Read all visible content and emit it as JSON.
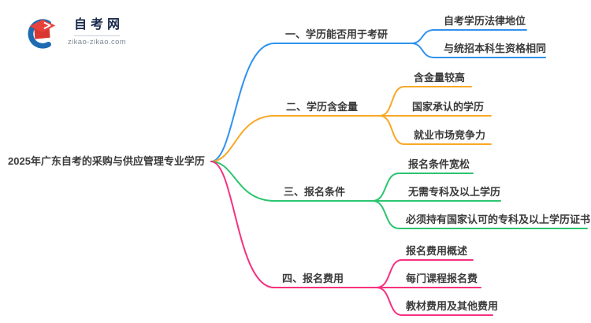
{
  "logo": {
    "site_name": "自考网",
    "site_url": "zikao-zikao.com",
    "icon_blue": "#1e6bb2",
    "icon_red": "#e8413c"
  },
  "root": {
    "title": "2025年广东自考的采购与供应管理专业学历"
  },
  "branches": [
    {
      "label": "一、学历能否用于考研",
      "color": "#2f92f0",
      "children": [
        "自考学历法律地位",
        "与统招本科生资格相同"
      ]
    },
    {
      "label": "二、学历含金量",
      "color": "#f9a825",
      "children": [
        "含金量较高",
        "国家承认的学历",
        "就业市场竞争力"
      ]
    },
    {
      "label": "三、报名条件",
      "color": "#2bc46f",
      "children": [
        "报名条件宽松",
        "无需专科及以上学历",
        "必须持有国家认可的专科及以上学历证书"
      ]
    },
    {
      "label": "四、报名费用",
      "color": "#f5317f",
      "children": [
        "报名费用概述",
        "每门课程报名费",
        "教材费用及其他费用"
      ]
    }
  ]
}
